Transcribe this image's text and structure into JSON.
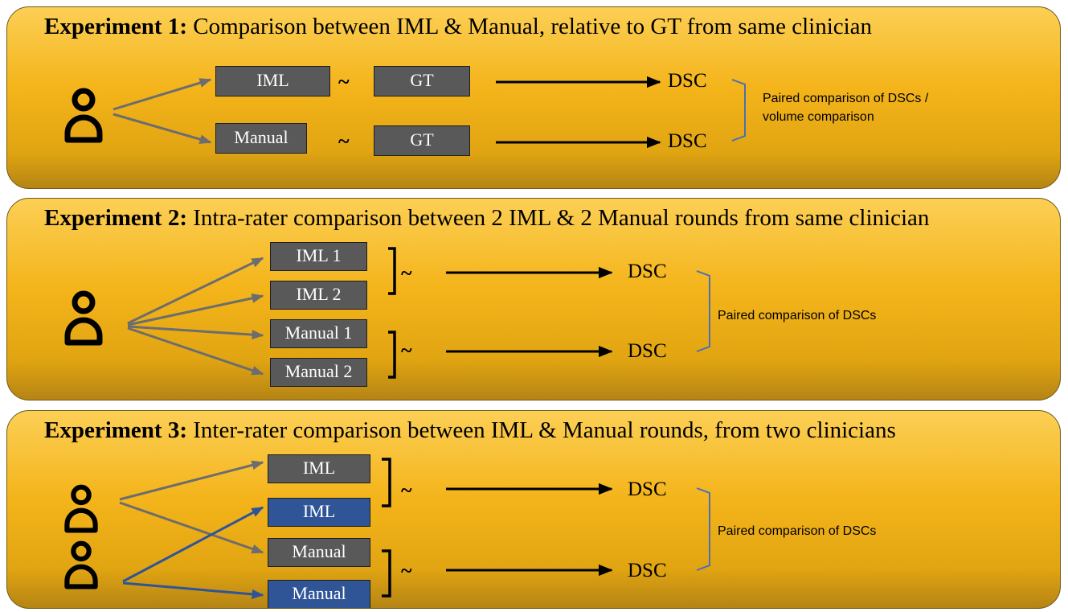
{
  "experiments": [
    {
      "title_bold": "Experiment 1:",
      "title_rest": " Comparison between IML & Manual, relative to GT from same clinician",
      "boxes": [
        "IML",
        "GT",
        "Manual",
        "GT"
      ],
      "tilde": "~",
      "dsc": "DSC",
      "note_line1": "Paired comparison of DSCs /",
      "note_line2": "volume comparison"
    },
    {
      "title_bold": "Experiment 2:",
      "title_rest": " Intra-rater comparison between 2 IML & 2 Manual rounds from same clinician",
      "boxes": [
        "IML 1",
        "IML 2",
        "Manual 1",
        "Manual 2"
      ],
      "tilde": "~",
      "dsc": "DSC",
      "note": "Paired comparison of DSCs"
    },
    {
      "title_bold": "Experiment 3:",
      "title_rest": " Inter-rater comparison between IML & Manual rounds, from two clinicians",
      "boxes": [
        "IML",
        "IML",
        "Manual",
        "Manual"
      ],
      "tilde": "~",
      "dsc": "DSC",
      "note": "Paired comparison of DSCs"
    }
  ],
  "colors": {
    "panel": "#f4b41a",
    "box_gray": "#595959",
    "box_blue": "#2f5597",
    "arrow_gray": "#6d6d6d",
    "arrow_blue": "#2f5597",
    "bracket_blue": "#4a6fb5"
  },
  "icons": [
    "user-icon"
  ]
}
